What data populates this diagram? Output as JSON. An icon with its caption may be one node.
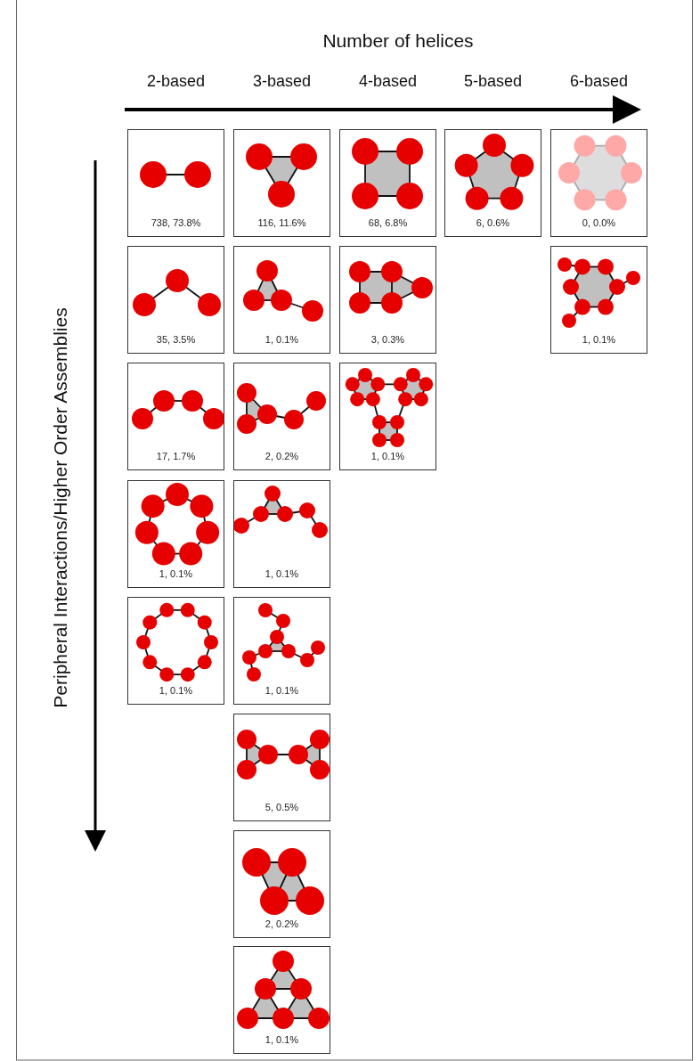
{
  "diagram": {
    "title": "Number of helices",
    "nodes": [
      {
        "text": [
          "738, 73.8%"
        ]
      },
      {
        "text": [
          "116, 11.6%"
        ]
      },
      {
        "text": [
          "68, 6.8%"
        ]
      },
      {
        "text": [
          "6, 0.6%"
        ]
      },
      {
        "text": [
          "0, 0.0%"
        ]
      },
      {
        "text": [
          "35, 3.5%"
        ]
      },
      {
        "text": [
          "1, 0.1%"
        ]
      },
      {
        "text": [
          "3, 0.3%"
        ]
      },
      {
        "text": [
          "1, 0.1%"
        ]
      },
      {
        "text": [
          "17, 1.7%"
        ]
      },
      {
        "text": [
          "2, 0.2%"
        ]
      },
      {
        "text": [
          "1, 0.1%"
        ]
      },
      {
        "text": [
          "1, 0.1%"
        ]
      },
      {
        "text": [
          "1, 0.1%"
        ]
      },
      {
        "text": [
          "1, 0.1%"
        ]
      },
      {
        "text": [
          "1, 0.1%"
        ]
      },
      {
        "text": [
          "5, 0.5%"
        ]
      },
      {
        "text": [
          "2, 0.2%"
        ]
      },
      {
        "text": [
          "1, 0.1%"
        ]
      }
    ],
    "labels": [
      "2-based",
      "3-based",
      "4-based",
      "5-based",
      "6-based",
      "Peripheral Interactions/Higher Order Assemblies"
    ]
  }
}
